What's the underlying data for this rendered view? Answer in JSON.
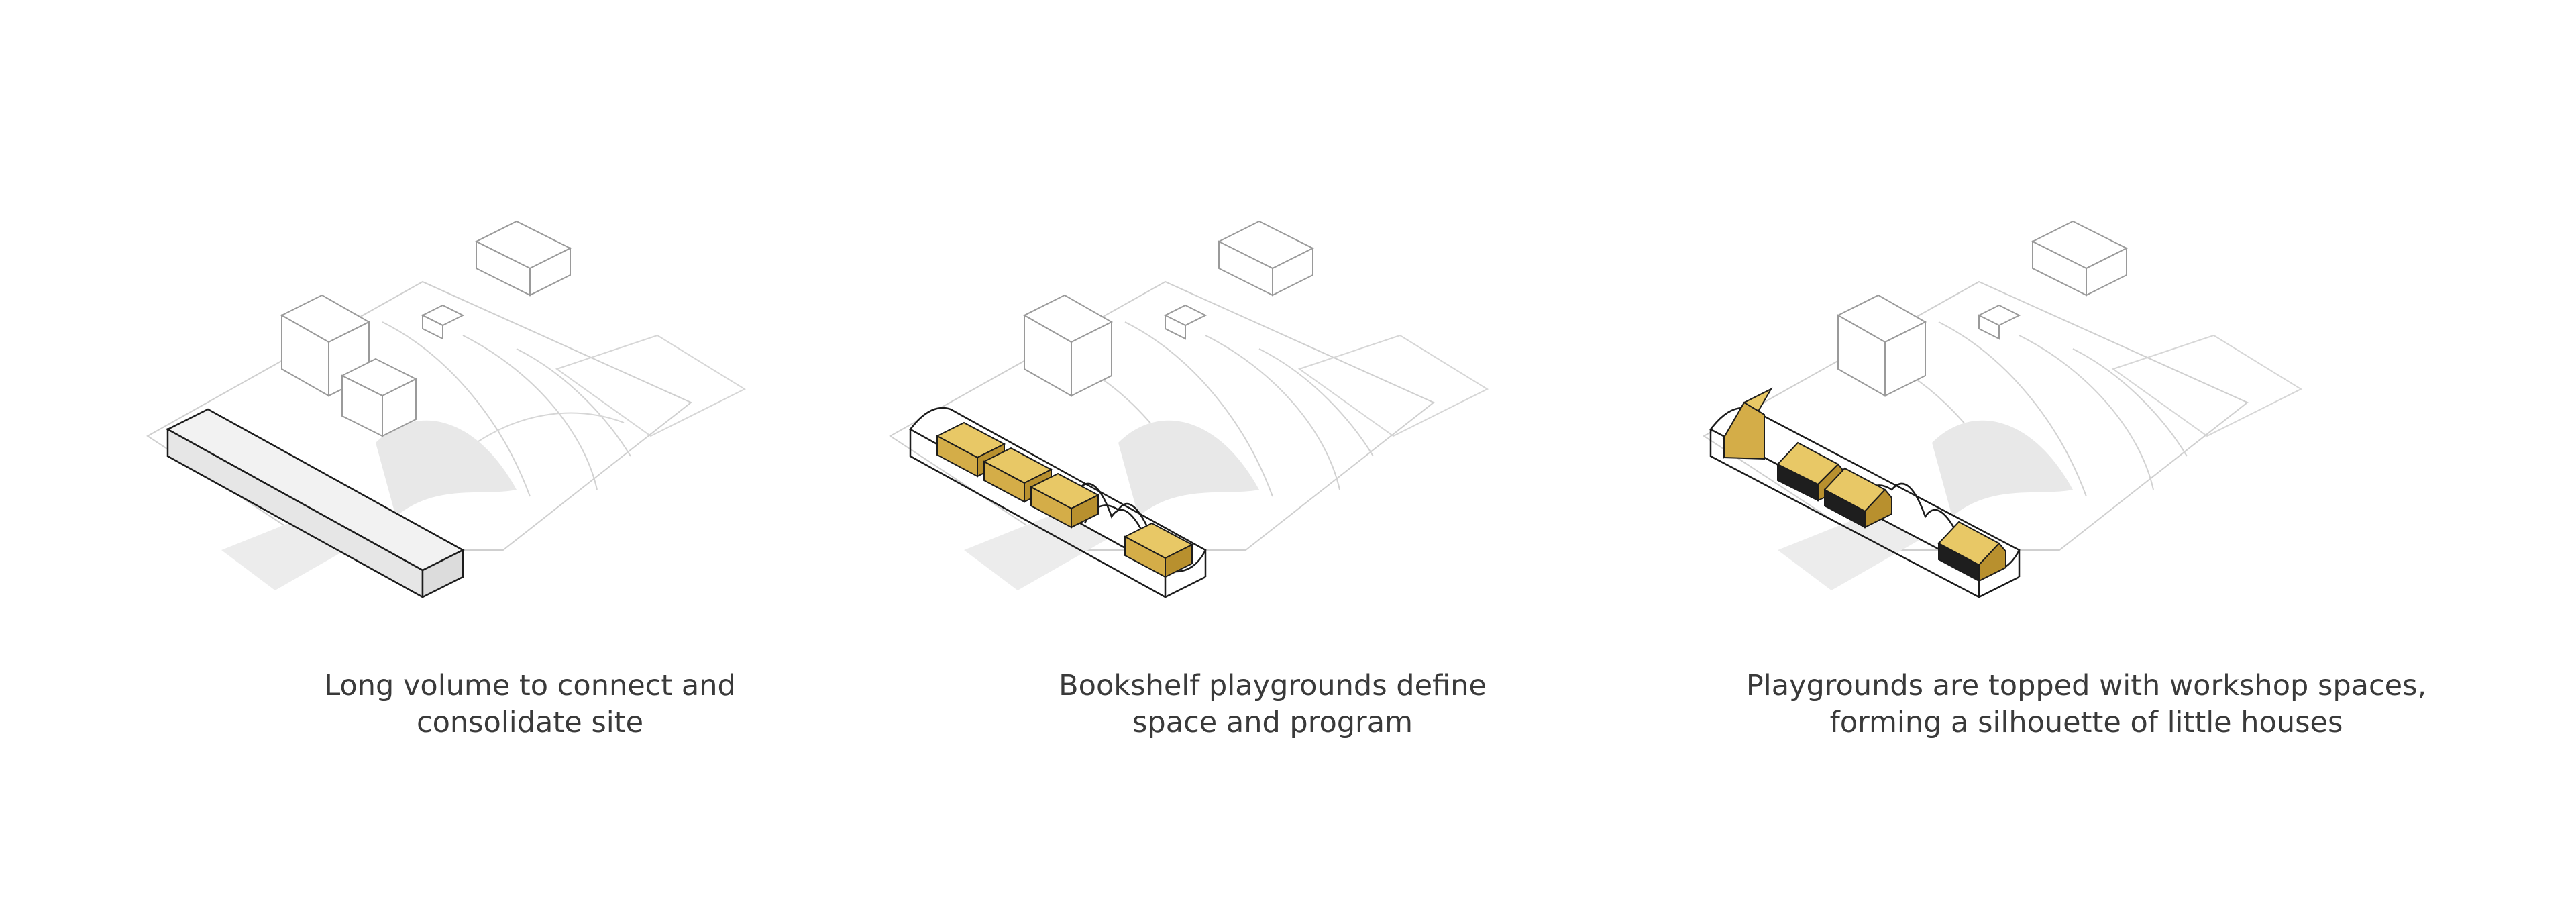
{
  "panels": [
    {
      "caption_line1": "Long volume to connect and",
      "caption_line2": "consolidate site",
      "variant": "volume"
    },
    {
      "caption_line1": "Bookshelf playgrounds define",
      "caption_line2": "space and program",
      "variant": "bookshelf"
    },
    {
      "caption_line1": "Playgrounds are topped with workshop spaces,",
      "caption_line2": "forming a silhouette of little houses",
      "variant": "houses"
    }
  ],
  "colors": {
    "line": "#1c1c1c",
    "site_line": "#c8c8c8",
    "shadow": "#e6e6e6",
    "volume_fill": "#efefef",
    "gold_light": "#e8c866",
    "gold_mid": "#d4ad48",
    "gold_dark": "#b8902e",
    "dark_base": "#1e1e1e"
  }
}
